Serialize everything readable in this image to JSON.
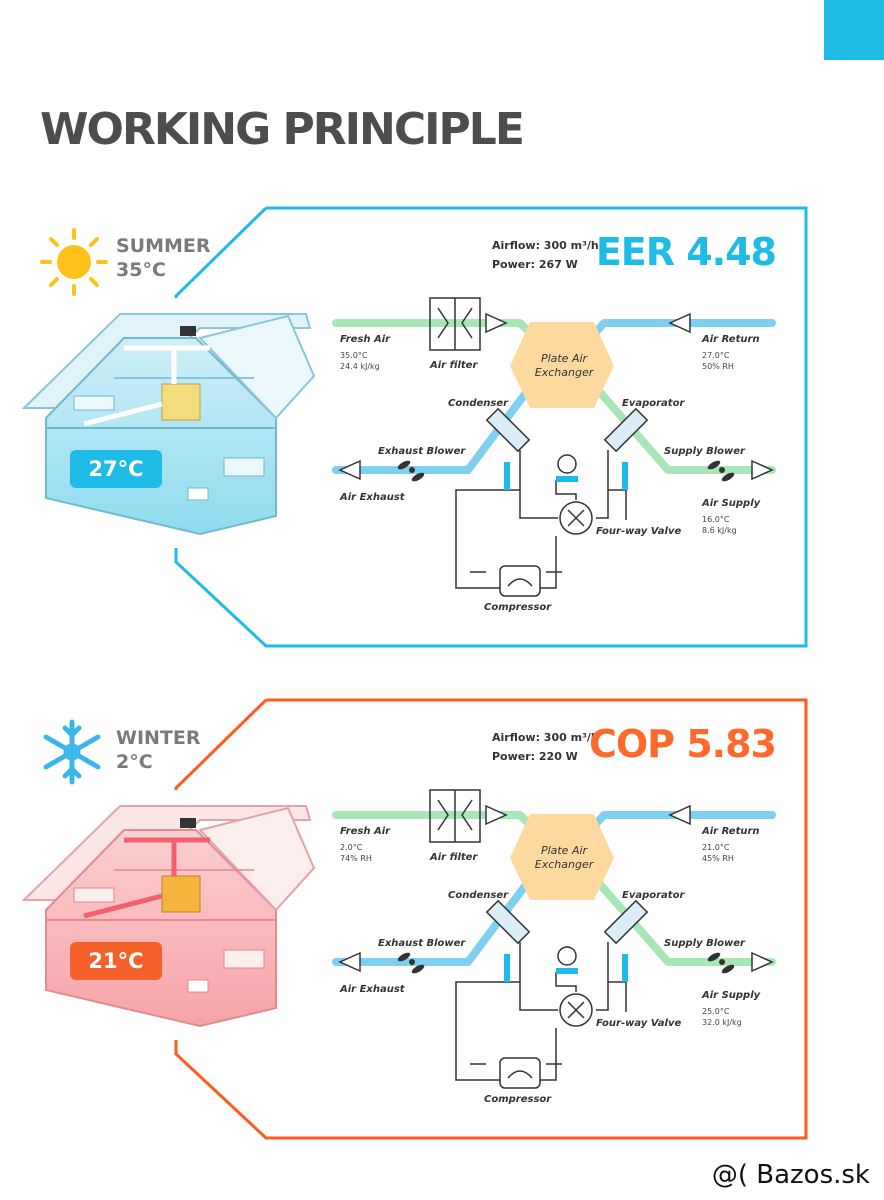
{
  "page": {
    "title": "WORKING PRINCIPLE",
    "watermark": "@( Bazos.sk"
  },
  "colors": {
    "accent_blue": "#1ebbe6",
    "accent_orange": "#ff6a2c",
    "fresh_green": "#a8e6b8",
    "duct_blue": "#7fd0f0"
  },
  "summer": {
    "season": "SUMMER",
    "outdoor_temp": "35°C",
    "metric": "EER 4.48",
    "airflow": "Airflow: 300 m³/h",
    "power": "Power: 267 W",
    "indoor_temp": "27°C",
    "icon": "sun-icon",
    "labels": {
      "fresh_air": "Fresh Air",
      "fresh_air_values": [
        "35.0°C",
        "24.4 kJ/kg"
      ],
      "air_filter": "Air filter",
      "plate_exchanger": [
        "Plate Air",
        "Exchanger"
      ],
      "air_return": "Air Return",
      "air_return_values": [
        "27.0°C",
        "50% RH"
      ],
      "condenser": "Condenser",
      "evaporator": "Evaporator",
      "exhaust_blower": "Exhaust Blower",
      "supply_blower": "Supply Blower",
      "air_exhaust": "Air Exhaust",
      "air_supply": "Air Supply",
      "air_supply_values": [
        "16.0°C",
        "8.6 kJ/kg"
      ],
      "valve": "Four-way Valve",
      "compressor": "Compressor"
    }
  },
  "winter": {
    "season": "WINTER",
    "outdoor_temp": "2°C",
    "metric": "COP 5.83",
    "airflow": "Airflow: 300 m³/h",
    "power": "Power: 220 W",
    "indoor_temp": "21°C",
    "icon": "snowflake-icon",
    "labels": {
      "fresh_air": "Fresh Air",
      "fresh_air_values": [
        "2.0°C",
        "74% RH"
      ],
      "air_filter": "Air filter",
      "plate_exchanger": [
        "Plate Air",
        "Exchanger"
      ],
      "air_return": "Air Return",
      "air_return_values": [
        "21.0°C",
        "45% RH"
      ],
      "condenser": "Condenser",
      "evaporator": "Evaporator",
      "exhaust_blower": "Exhaust Blower",
      "supply_blower": "Supply Blower",
      "air_exhaust": "Air Exhaust",
      "air_supply": "Air Supply",
      "air_supply_values": [
        "25.0°C",
        "32.0 kJ/kg"
      ],
      "valve": "Four-way Valve",
      "compressor": "Compressor"
    }
  }
}
